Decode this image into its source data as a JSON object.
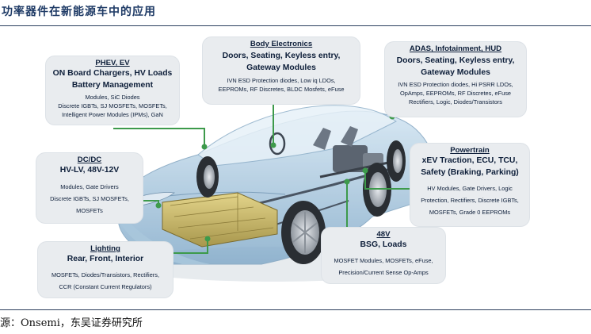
{
  "page_title": "功率器件在新能源车中的应用",
  "source": "源：Onsemi，东吴证券研究所",
  "boxes": {
    "phev": {
      "heading": "PHEV, EV",
      "subtitle_lines": [
        "ON Board Chargers, HV Loads",
        "Battery Management"
      ],
      "detail_lines": [
        "Modules, SiC Diodes",
        "Discrete IGBTs, SJ MOSFETs, MOSFETs,",
        "Intelligent Power Modules (IPMs), GaN"
      ]
    },
    "body": {
      "heading": "Body Electronics",
      "subtitle_lines": [
        "Doors, Seating, Keyless entry,",
        "Gateway Modules"
      ],
      "detail_lines": [
        "IVN ESD Protection diodes, Low iq LDOs,",
        "EEPROMs, RF Discretes, BLDC Mosfets, eFuse"
      ]
    },
    "adas": {
      "heading": "ADAS, Infotainment, HUD",
      "subtitle_lines": [
        "Doors, Seating, Keyless entry,",
        "Gateway Modules"
      ],
      "detail_lines": [
        "IVN ESD Protection diodes, Hi PSRR LDOs,",
        "OpAmps, EEPROMs, RF Discretes, eFuse",
        "Rectifiers, Logic, Diodes/Transistors"
      ]
    },
    "dcdc": {
      "heading": "DC/DC",
      "subtitle_lines": [
        "HV-LV, 48V-12V"
      ],
      "detail_lines": [
        "Modules, Gate Drivers",
        "Discrete IGBTs, SJ MOSFETs,",
        "MOSFETs"
      ]
    },
    "powertrain": {
      "heading": "Powertrain",
      "subtitle_lines": [
        "xEV Traction, ECU, TCU,",
        "Safety (Braking, Parking)"
      ],
      "detail_lines": [
        "HV Modules, Gate Drivers, Logic",
        "Protection, Rectifiers, Discrete IGBTs,",
        "MOSFETs, Grade 0 EEPROMs"
      ]
    },
    "v48": {
      "heading": "48V",
      "subtitle_lines": [
        "BSG, Loads"
      ],
      "detail_lines": [
        "MOSFET Modules, MOSFETs, eFuse,",
        "Precision/Current Sense Op-Amps"
      ]
    },
    "lighting": {
      "heading": "Lighting",
      "subtitle_lines": [
        "Rear, Front, Interior"
      ],
      "detail_lines": [
        "MOSFETs, Diodes/Transistors, Rectifiers,",
        "CCR (Constant Current Regulators)"
      ]
    }
  },
  "colors": {
    "title_text": "#1f3b66",
    "box_background": "#e9ecef",
    "box_text": "#0e1f3a",
    "leader_line": "#3d9a4b",
    "car_body": "#9ec3de",
    "battery": "#c9b86a",
    "wheel": "#2a2e33",
    "rim": "#b9bec4"
  }
}
